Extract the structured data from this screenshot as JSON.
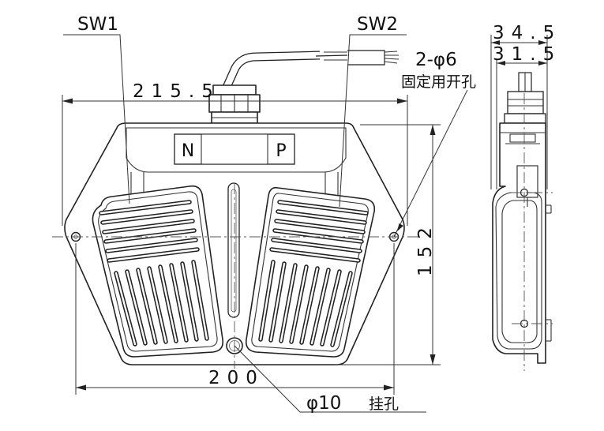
{
  "labels": {
    "sw1": "SW1",
    "sw2": "SW2",
    "n": "N",
    "p": "P"
  },
  "dimensions": {
    "total_width": "215.5",
    "hole_spacing": "200",
    "height": "152",
    "side_outer": "34.5",
    "side_inner": "31.5",
    "mount_holes": "2-φ6",
    "mount_holes_note": "固定用开孔",
    "hang_hole": "φ10",
    "hang_hole_note": "挂孔"
  },
  "colors": {
    "line": "#222222",
    "background": "#ffffff"
  }
}
